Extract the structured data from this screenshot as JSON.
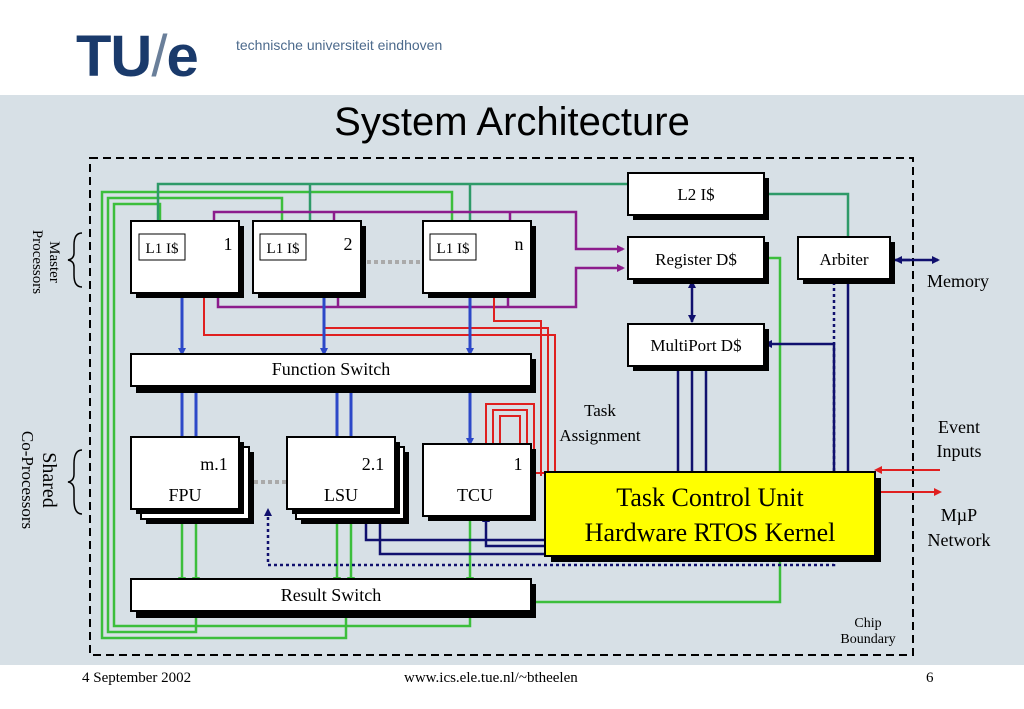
{
  "header": {
    "logo_tu": "TU",
    "logo_slash": "/",
    "logo_e": "e",
    "university": "technische universiteit eindhoven"
  },
  "slide": {
    "title": "System Architecture"
  },
  "diagram": {
    "l2": "L2 I$",
    "register": "Register D$",
    "arbiter": "Arbiter",
    "memory": "Memory",
    "multiport": "MultiPort D$",
    "l1_label": "L1 I$",
    "master_nums": [
      "1",
      "2",
      "n"
    ],
    "function_switch": "Function Switch",
    "result_switch": "Result Switch",
    "fpu_num": "m.1",
    "fpu": "FPU",
    "lsu_num": "2.1",
    "lsu": "LSU",
    "tcu_num": "1",
    "tcu": "TCU",
    "tcu_kernel_line1": "Task Control Unit",
    "tcu_kernel_line2": "Hardware RTOS Kernel",
    "task_assignment_1": "Task",
    "task_assignment_2": "Assignment",
    "event_inputs_1": "Event",
    "event_inputs_2": "Inputs",
    "mup_1": "MµP",
    "mup_2": "Network",
    "chip_1": "Chip",
    "chip_2": "Boundary",
    "master_1": "Master",
    "master_2": "Processors",
    "shared_1": "Shared",
    "shared_2": "Co-Processors"
  },
  "footer": {
    "date": "4 September 2002",
    "url": "www.ics.ele.tue.nl/~btheelen",
    "page": "6"
  },
  "colors": {
    "background": "#d7e0e6",
    "logo": "#1a3a6b",
    "green": "#3cbe3c",
    "purple": "#8c1c8c",
    "red": "#e02020",
    "blue": "#2c48c8",
    "navy": "#10106e",
    "teal": "#2e9a68",
    "highlight": "#ffff00"
  }
}
